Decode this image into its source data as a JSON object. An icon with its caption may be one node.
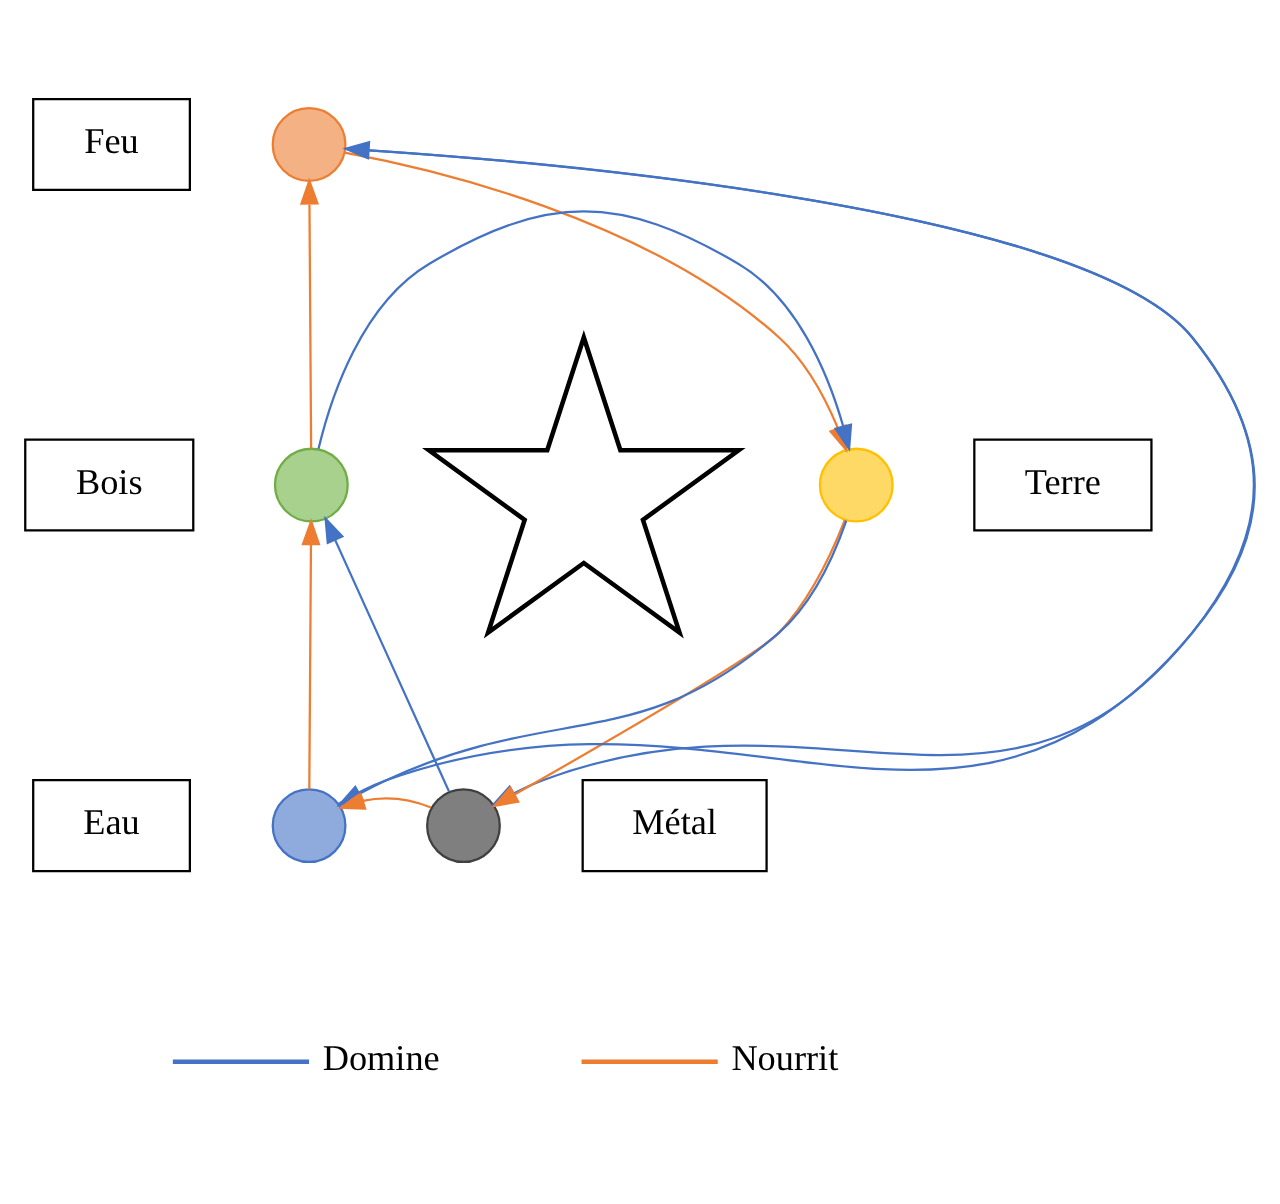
{
  "diagram": {
    "nodes": [
      {
        "text": [
          "Feu"
        ]
      },
      {
        "text": [],
        "shape": "circle"
      },
      {
        "text": [
          "Bois"
        ]
      },
      {
        "text": [
          "Terre"
        ]
      },
      {
        "text": [],
        "shape": "circle"
      },
      {
        "text": [],
        "shape": "circle"
      },
      {
        "text": [],
        "shape": "star"
      },
      {
        "text": [],
        "shape": "circle"
      },
      {
        "text": [],
        "shape": "circle"
      },
      {
        "text": [
          "Eau"
        ]
      },
      {
        "text": [
          "Métal"
        ]
      }
    ],
    "edges": [
      {
        "from": 4,
        "to": 1,
        "arrow": "to",
        "color": "#ed7d31"
      },
      {
        "from": 1,
        "to": 5,
        "arrow": "to",
        "color": "#ed7d31"
      },
      {
        "from": 5,
        "to": 7,
        "arrow": "to",
        "color": "#ed7d31"
      },
      {
        "from": 7,
        "to": 8,
        "arrow": "to",
        "color": "#ed7d31"
      },
      {
        "from": 8,
        "to": 4,
        "arrow": "to",
        "color": "#ed7d31"
      },
      {
        "from": 4,
        "to": 5,
        "arrow": "to",
        "color": "#4472c4"
      },
      {
        "from": 5,
        "to": 8,
        "arrow": "to",
        "color": "#4472c4"
      },
      {
        "from": 8,
        "to": 1,
        "arrow": "to",
        "color": "#4472c4"
      },
      {
        "from": 1,
        "to": 7,
        "arrow": "to",
        "color": "#4472c4"
      },
      {
        "from": 7,
        "to": 4,
        "arrow": "to",
        "color": "#4472c4"
      }
    ],
    "legend": [
      {
        "text": "Domine",
        "color": "#4472c4"
      },
      {
        "text": "Nourrit",
        "color": "#ed7d31"
      }
    ]
  }
}
